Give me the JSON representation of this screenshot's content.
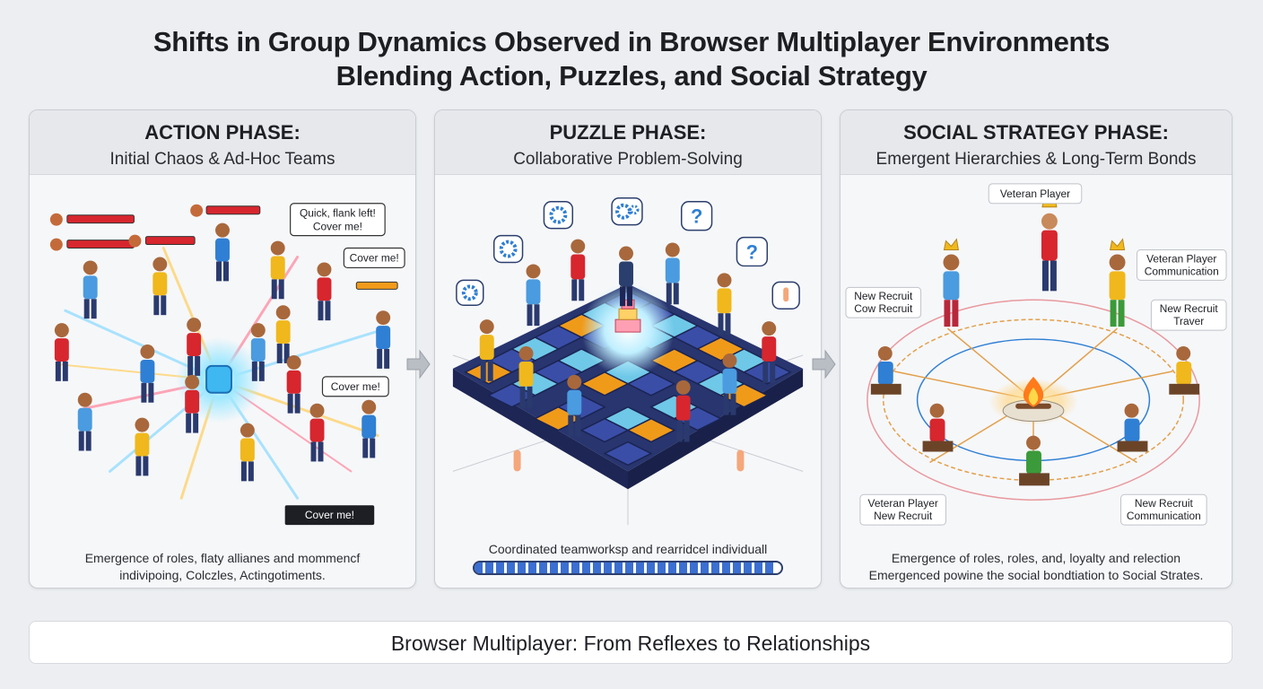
{
  "title": {
    "line1": "Shifts in Group Dynamics Observed in Browser Multiplayer Environments",
    "line2": "Blending Action, Puzzles, and Social Strategy"
  },
  "panels": [
    {
      "title": "ACTION PHASE:",
      "subtitle": "Initial Chaos & Ad-Hoc Teams",
      "bubbles": [
        "Quick, flank left!",
        "Cover me!",
        "Cover me!",
        "Cover me!",
        "Cover me!"
      ],
      "caption_line1": "Emergence of roles, flaty allianes and mommencf",
      "caption_line2": "indivipoing, Colczles, Actingotiments."
    },
    {
      "title": "PUZZLE PHASE:",
      "subtitle": "Collaborative Problem-Solving",
      "caption": "Coordinated teamworksp and rearridcel individuall",
      "progress": 0.98
    },
    {
      "title": "SOCIAL STRATEGY PHASE:",
      "subtitle": "Emergent Hierarchies & Long-Term Bonds",
      "tags": {
        "top": "Veteran Player",
        "right1_a": "Veteran Player",
        "right1_b": "Communication",
        "left1_a": "New Recruit",
        "left1_b": "Cow Recruit",
        "right2_a": "New Recruit",
        "right2_b": "Traver",
        "left3_a": "Veteran Player",
        "left3_b": "New Recruit",
        "right3_a": "New Recruit",
        "right3_b": "Communication"
      },
      "caption_line1": "Emergence of roles, roles, and, loyalty and relection",
      "caption_line2": "Emergenced powine the social bondtiation to Social Strates."
    }
  ],
  "footer": "Browser Multiplayer: From Reflexes to Relationships",
  "colors": {
    "red": "#d7262e",
    "blue": "#2f7fd4",
    "yellow": "#f0b81c",
    "green": "#3b9a3a",
    "tile_dark": "#2c3f88",
    "tile_light": "#6fc8e8",
    "tile_orange": "#f09a1a"
  },
  "icons": [
    "gear-icon",
    "question-icon",
    "pointing-hand-icon",
    "crown-icon",
    "campfire-icon",
    "arrow-right-icon"
  ]
}
